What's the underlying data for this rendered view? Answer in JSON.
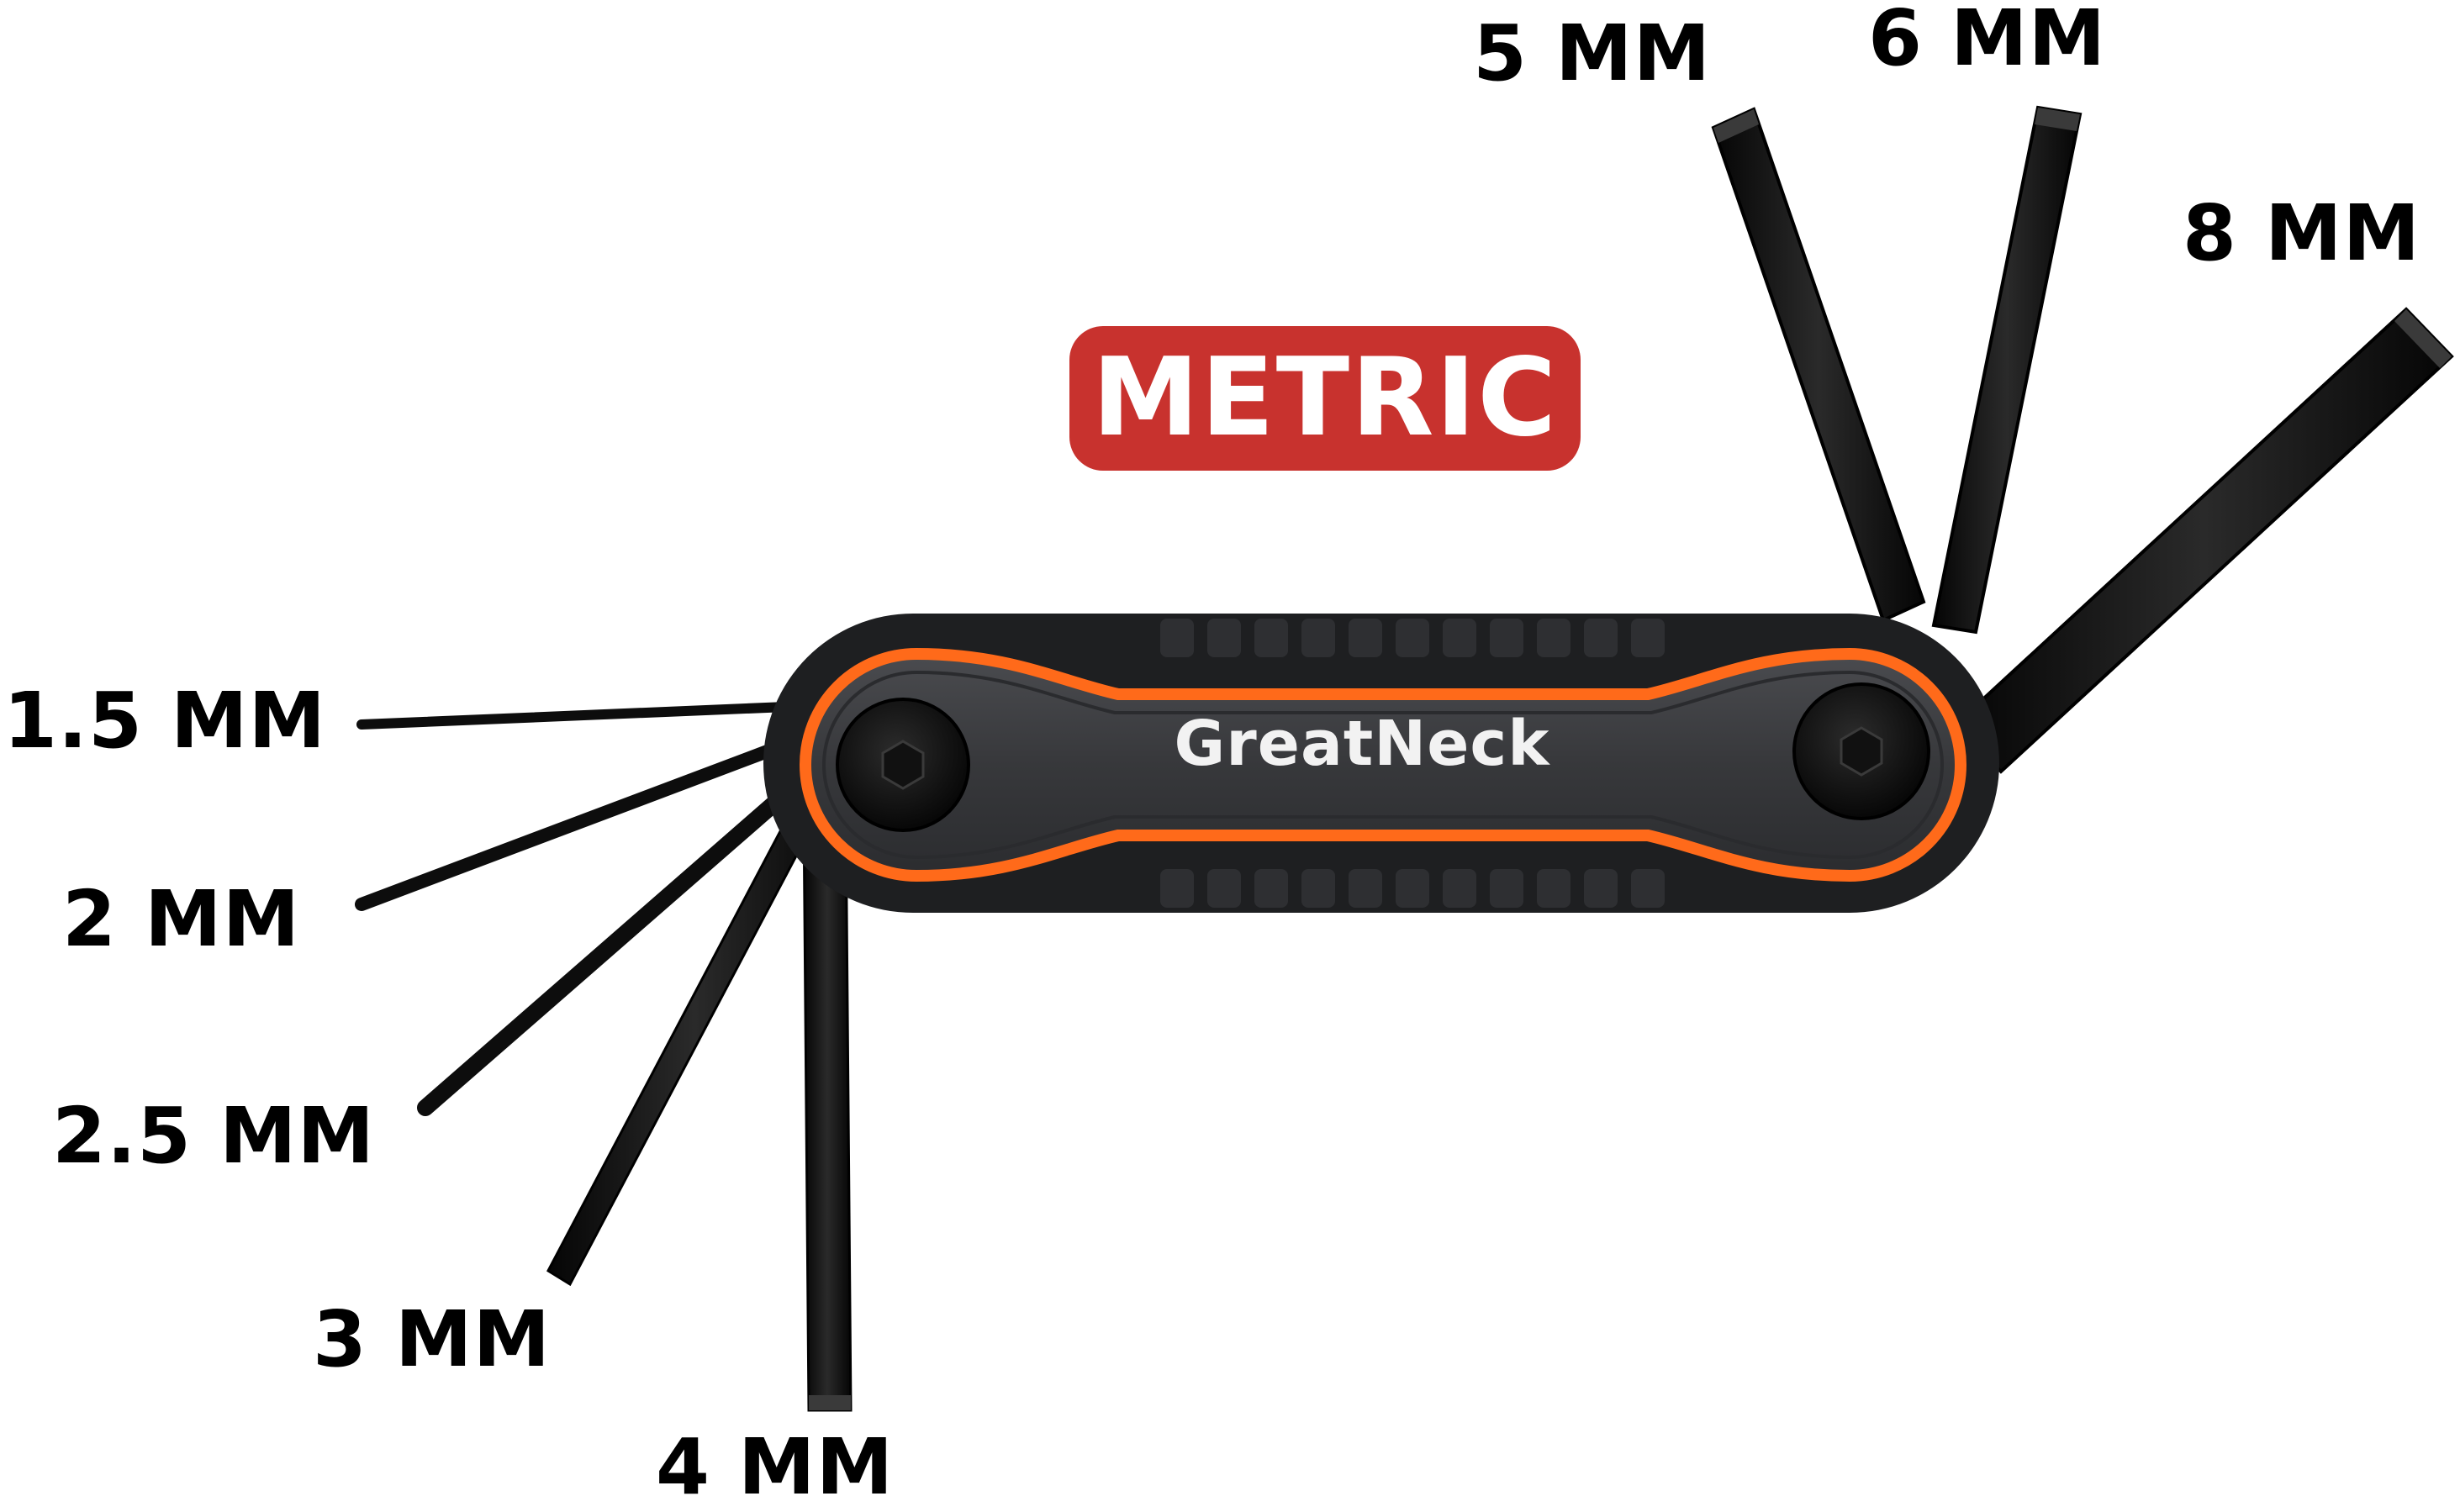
{
  "badge": {
    "text": "METRIC",
    "color": "#c8322e"
  },
  "brand": {
    "text": "GreatNeck"
  },
  "handle_colors": {
    "body": "#3c3d40",
    "accent": "#ff6a1a",
    "edge": "#1e1f21"
  },
  "wrenches": [
    {
      "id": "5mm",
      "label": "5 MM"
    },
    {
      "id": "6mm",
      "label": "6 MM"
    },
    {
      "id": "8mm",
      "label": "8 MM"
    },
    {
      "id": "1_5mm",
      "label": "1.5 MM"
    },
    {
      "id": "2mm",
      "label": "2 MM"
    },
    {
      "id": "2_5mm",
      "label": "2.5 MM"
    },
    {
      "id": "3mm",
      "label": "3 MM"
    },
    {
      "id": "4mm",
      "label": "4 MM"
    }
  ],
  "icons": [
    "hex-key-icon",
    "hex-bolt-icon"
  ]
}
